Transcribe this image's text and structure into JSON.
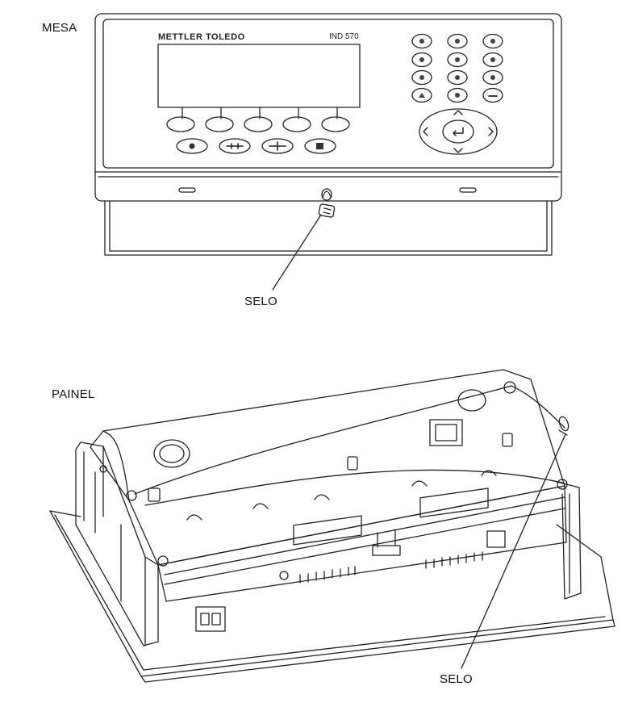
{
  "desk": {
    "label": "MESA",
    "brand": "METTLER TOLEDO",
    "model": "IND 570",
    "seal_label": "SELO"
  },
  "panel": {
    "label": "PAINEL",
    "seal_label": "SELO"
  }
}
